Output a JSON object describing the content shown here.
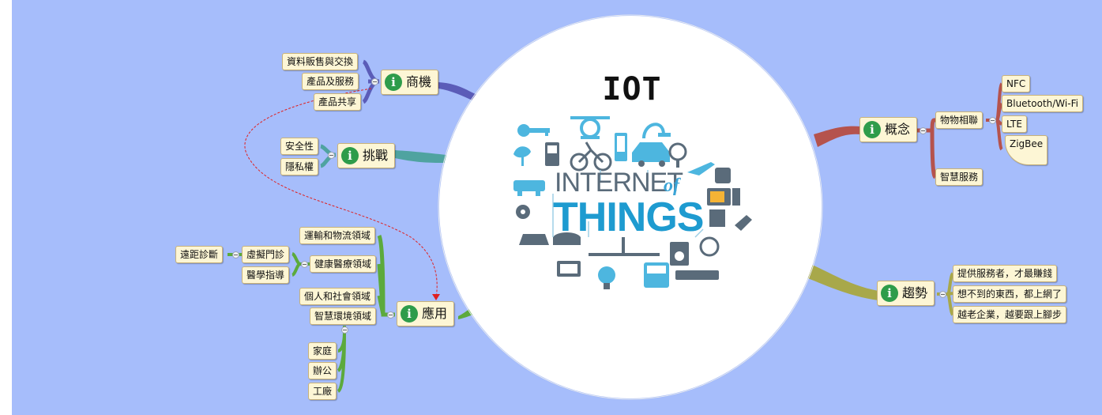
{
  "center": {
    "title": "IOT",
    "logo_word1": "INTERNET",
    "logo_word2": "of",
    "logo_word3": "THINGS"
  },
  "branches": {
    "business": {
      "label": "商機",
      "children": [
        "資料販售與交換",
        "產品及服務",
        "產品共享"
      ],
      "color": "#5b5cb8"
    },
    "challenge": {
      "label": "挑戰",
      "children": [
        "安全性",
        "隱私權"
      ],
      "color": "#4fa3a0"
    },
    "application": {
      "label": "應用",
      "color": "#5caa3c",
      "children": [
        "運輸和物流領域",
        "健康醫療領域",
        "個人和社會領域",
        "智慧環境領域"
      ],
      "health_sub": [
        "虛擬門診",
        "醫學指導"
      ],
      "virtual_sub": "遠距診斷",
      "env_sub": [
        "家庭",
        "辦公",
        "工廠"
      ]
    },
    "concept": {
      "label": "概念",
      "color": "#b5534d",
      "children": [
        "物物相聯",
        "智慧服務"
      ],
      "connect_sub": [
        "NFC",
        "Bluetooth/Wi-Fi",
        "LTE",
        "ZigBee"
      ]
    },
    "trend": {
      "label": "趨勢",
      "children": [
        "提供服務者，才最賺錢",
        "想不到的東西，都上網了",
        "越老企業，越要跟上腳步"
      ],
      "color": "#a8a84a"
    }
  },
  "icons": [
    "key-icon",
    "drone-icon",
    "shower-icon",
    "leaf-icon",
    "phone-icon",
    "bicycle-icon",
    "mobile-icon",
    "car-icon",
    "fan-icon",
    "airplane-icon",
    "scale-icon",
    "train-icon",
    "tv-icon",
    "gear-icon",
    "trash-icon",
    "plug-icon",
    "iron-icon",
    "telephone-icon",
    "ceiling-fan-icon",
    "speaker-icon",
    "alarm-icon",
    "monitor-icon",
    "bulb-icon",
    "bus-icon",
    "router-icon"
  ]
}
